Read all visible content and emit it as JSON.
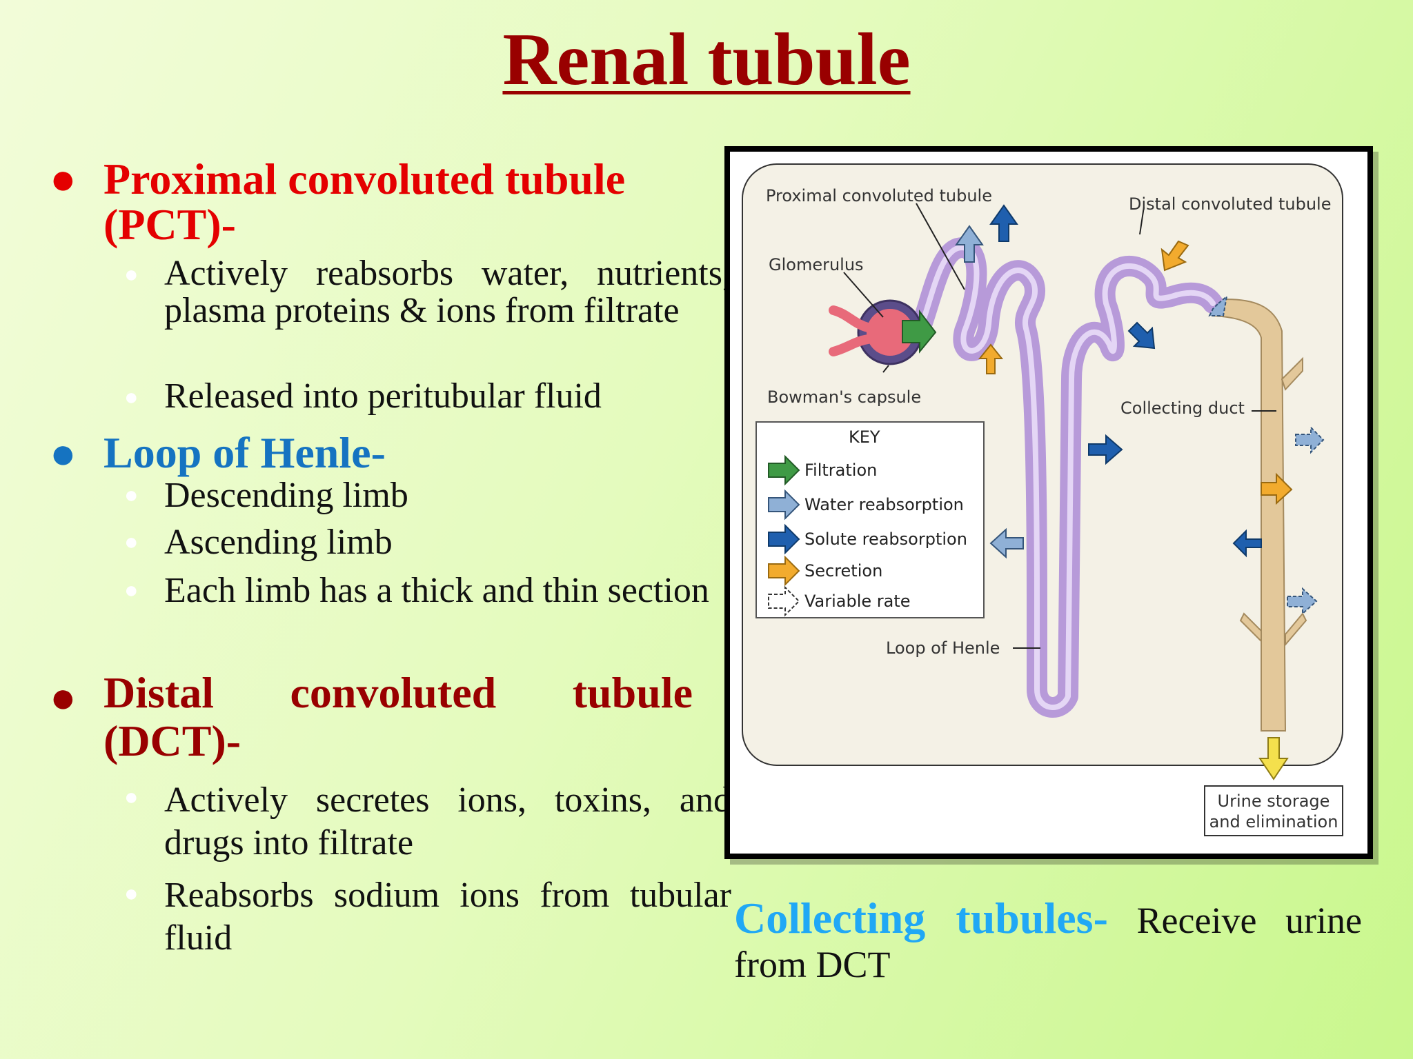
{
  "title": "Renal tubule",
  "pct": {
    "heading_line1": "Proximal convoluted tubule",
    "heading_line2": "(PCT)-",
    "points": [
      "Actively reabsorbs water, nutrients, plasma proteins & ions from filtrate",
      "Released into peritubular fluid"
    ]
  },
  "loop": {
    "heading": "Loop of Henle-",
    "points": [
      "Descending limb",
      "Ascending limb",
      "Each limb has a thick and thin section"
    ]
  },
  "dct": {
    "heading_line1": "Distal convoluted tubule",
    "heading_line2": "(DCT)-",
    "points": [
      "Actively secretes ions, toxins, and drugs into filtrate",
      "Reabsorbs sodium ions from tubular fluid"
    ]
  },
  "collecting": {
    "heading": "Collecting tubules-",
    "text": "Receive urine from DCT"
  },
  "figure": {
    "labels": {
      "pct": "Proximal convoluted tubule",
      "dct": "Distal convoluted tubule",
      "glomerulus": "Glomerulus",
      "bowman": "Bowman's capsule",
      "collecting_duct": "Collecting duct",
      "loop": "Loop of Henle",
      "urine_line1": "Urine storage",
      "urine_line2": "and elimination"
    },
    "key": {
      "title": "KEY",
      "items": [
        {
          "label": "Filtration",
          "color": "#3f9a45"
        },
        {
          "label": "Water reabsorption",
          "color": "#8fb0d6"
        },
        {
          "label": "Solute reabsorption",
          "color": "#1f5fae"
        },
        {
          "label": "Secretion",
          "color": "#f2ab2e"
        },
        {
          "label": "Variable rate",
          "color": "#ffffff"
        }
      ]
    }
  },
  "colors": {
    "pct_heading": "#e40000",
    "loop_heading": "#1573c1",
    "dct_heading": "#990000",
    "collecting_heading": "#20a8f5",
    "title": "#990000"
  }
}
